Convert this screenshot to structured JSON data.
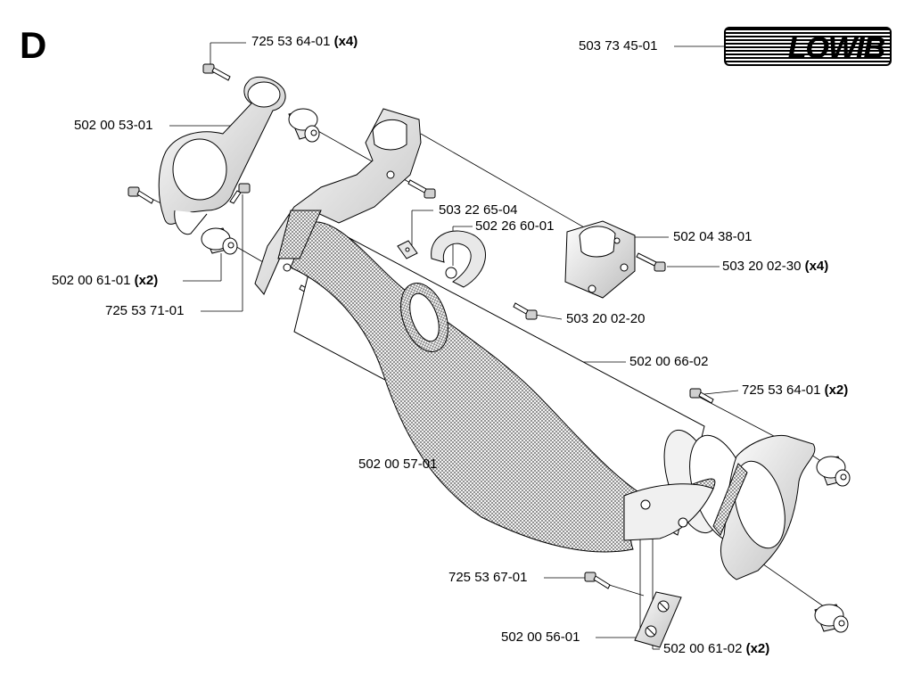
{
  "section": "D",
  "logo": {
    "text": "LOWIB"
  },
  "parts": [
    {
      "id": "p1",
      "number": "725 53 64-01",
      "qty": "(x4)"
    },
    {
      "id": "p2",
      "number": "503 73 45-01",
      "qty": ""
    },
    {
      "id": "p3",
      "number": "502 00 53-01",
      "qty": ""
    },
    {
      "id": "p4",
      "number": "503 22 65-04",
      "qty": ""
    },
    {
      "id": "p5",
      "number": "502 26 60-01",
      "qty": ""
    },
    {
      "id": "p6",
      "number": "502 04 38-01",
      "qty": ""
    },
    {
      "id": "p7",
      "number": "503 20 02-30",
      "qty": "(x4)"
    },
    {
      "id": "p8",
      "number": "502 00 61-01",
      "qty": "(x2)"
    },
    {
      "id": "p9",
      "number": "725 53 71-01",
      "qty": ""
    },
    {
      "id": "p10",
      "number": "503 20 02-20",
      "qty": ""
    },
    {
      "id": "p11",
      "number": "502 00 66-02",
      "qty": ""
    },
    {
      "id": "p12",
      "number": "725 53 64-01",
      "qty": "(x2)"
    },
    {
      "id": "p13",
      "number": "502 00 57-01",
      "qty": ""
    },
    {
      "id": "p14",
      "number": "725 53 67-01",
      "qty": ""
    },
    {
      "id": "p15",
      "number": "502 00 56-01",
      "qty": ""
    },
    {
      "id": "p16",
      "number": "502 00 61-02",
      "qty": "(x2)"
    }
  ]
}
